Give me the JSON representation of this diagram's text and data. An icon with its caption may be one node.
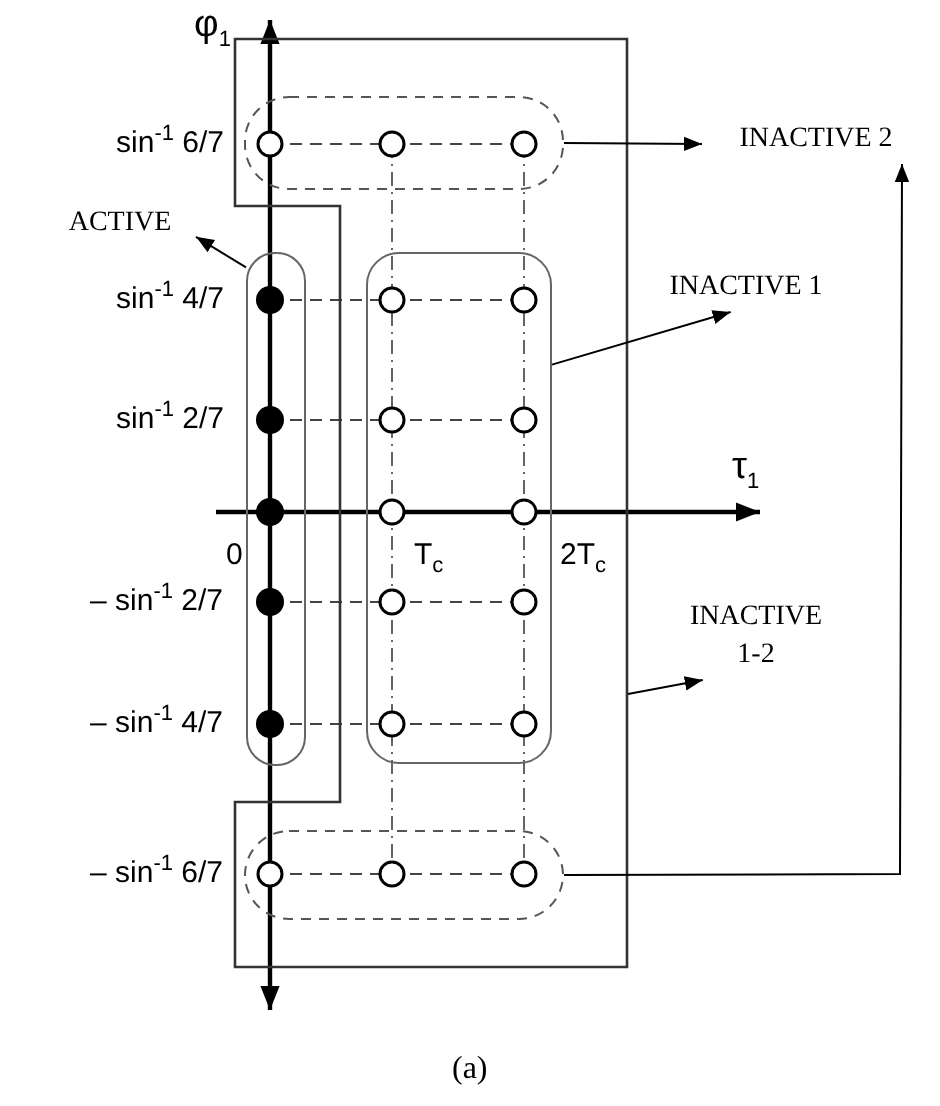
{
  "diagram": {
    "caption": "(a)",
    "nodes": [
      {
        "text": [],
        "shape": "box"
      },
      {
        "text": [],
        "shape": "box",
        "in": 0
      },
      {
        "text": [],
        "shape": "box",
        "in": 0
      },
      {
        "text": [],
        "shape": "box",
        "in": 0
      },
      {
        "text": [],
        "shape": "box"
      },
      {
        "text": [
          "ACTIVE"
        ]
      },
      {
        "text": [
          "INACTIVE 1"
        ]
      },
      {
        "text": [
          "INACTIVE 2"
        ]
      },
      {
        "text": [
          "INACTIVE 1-2"
        ]
      }
    ],
    "edges": [
      {
        "from": 1,
        "to": 7,
        "arrow": "to"
      },
      {
        "from": 3,
        "to": 7,
        "arrow": "to"
      },
      {
        "from": 2,
        "to": 6,
        "arrow": "to"
      },
      {
        "from": 4,
        "to": 5,
        "arrow": "to"
      },
      {
        "from": 0,
        "to": 8,
        "arrow": "to"
      }
    ],
    "labels": [
      "φ$_{1}$",
      "sin$^{-1}$ 6/7",
      "sin$^{-1}$ 4/7",
      "sin$^{-1}$ 2/7",
      "τ$_{1}$",
      "0",
      "T$_{c}$",
      "2T$_{c}$",
      "– sin$^{-1}$ 2/7",
      "– sin$^{-1}$ 4/7",
      "– sin$^{-1}$ 6/7"
    ]
  }
}
